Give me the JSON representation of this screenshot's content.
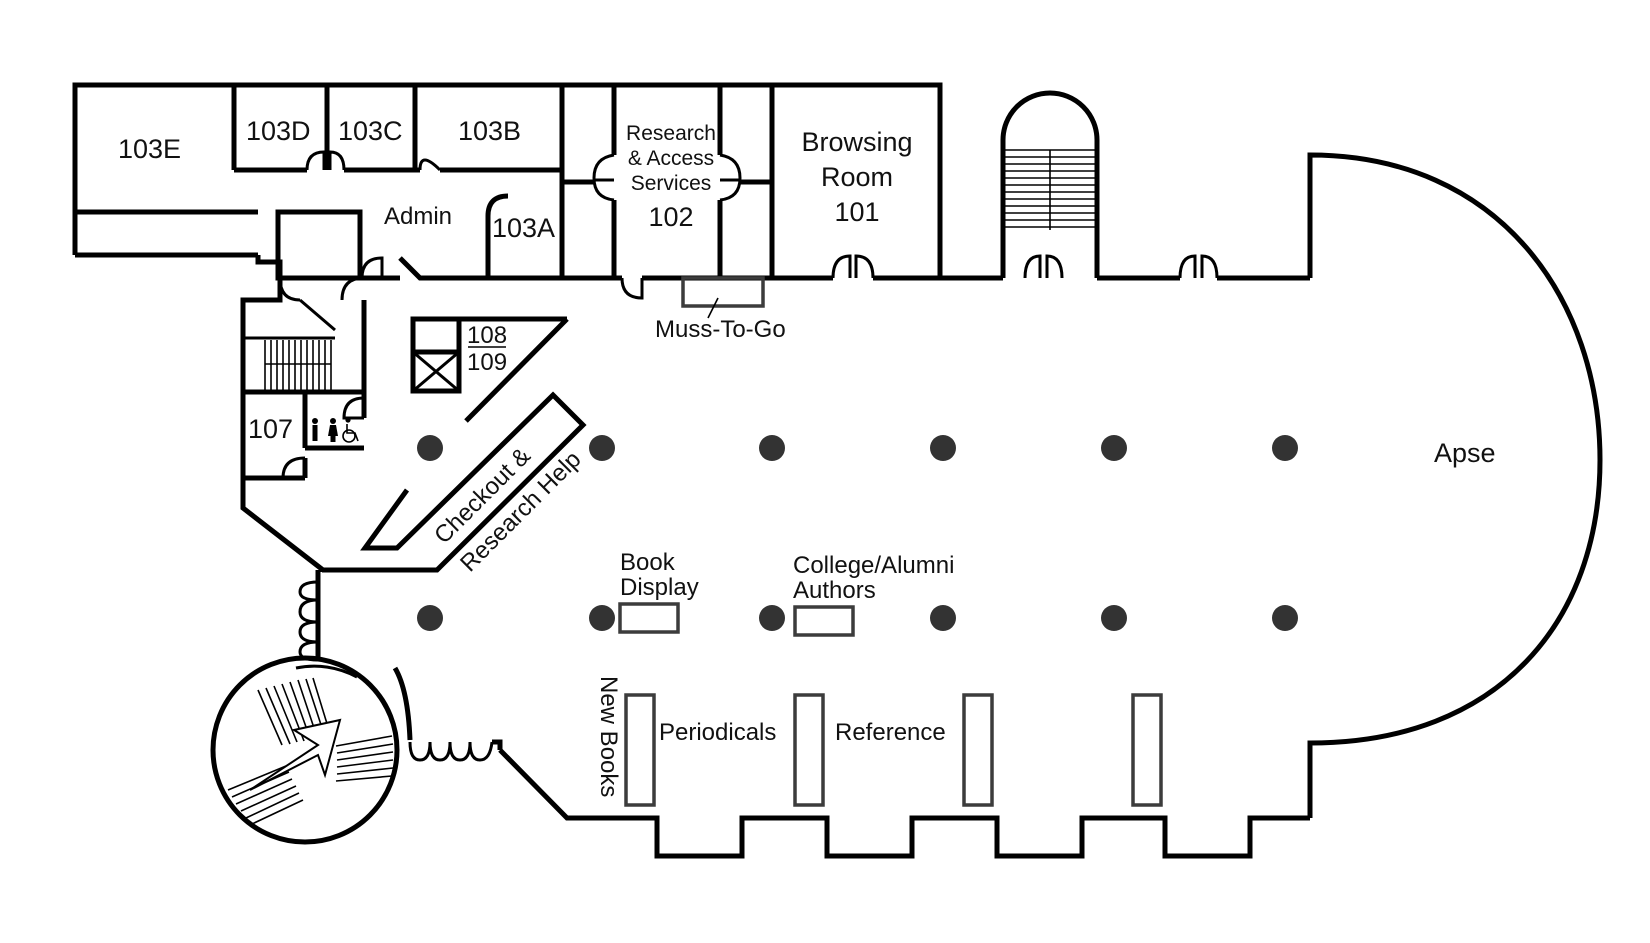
{
  "rooms": {
    "r103e": "103E",
    "r103d": "103D",
    "r103c": "103C",
    "r103b": "103B",
    "r103a": "103A",
    "admin": "Admin",
    "research_l1": "Research",
    "research_l2": "& Access",
    "research_l3": "Services",
    "research_num": "102",
    "browsing_l1": "Browsing",
    "browsing_l2": "Room",
    "browsing_num": "101",
    "muss": "Muss-To-Go",
    "r108": "108",
    "r109": "109",
    "r107": "107",
    "apse": "Apse"
  },
  "labels": {
    "checkout_l1": "Checkout &",
    "checkout_l2": "Research Help",
    "book_display_l1": "Book",
    "book_display_l2": "Display",
    "college_l1": "College/Alumni",
    "college_l2": "Authors",
    "new_books": "New Books",
    "periodicals": "Periodicals",
    "reference": "Reference"
  },
  "icons": {
    "restroom": "restroom-icon",
    "accessible": "wheelchair-icon",
    "elevator": "elevator-icon",
    "stairs": "stairs-icon"
  },
  "colors": {
    "wall": "#000000",
    "column": "#333333",
    "shelf": "#3c3c3c"
  }
}
